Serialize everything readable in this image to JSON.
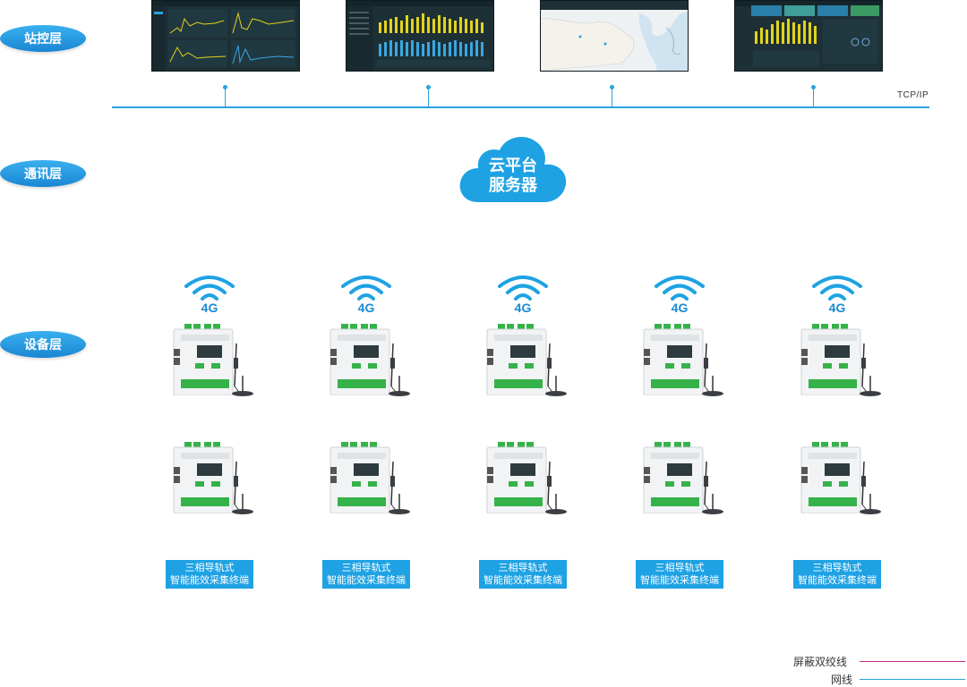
{
  "layers": {
    "station": "站控层",
    "comm": "通讯层",
    "device": "设备层"
  },
  "network": {
    "protocol": "TCP/IP"
  },
  "cloud": {
    "line1": "云平台",
    "line2": "服务器"
  },
  "devices": [
    {
      "signal": "4G",
      "name_line1": "三相导轨式",
      "name_line2": "智能能效采集终端"
    },
    {
      "signal": "4G",
      "name_line1": "三相导轨式",
      "name_line2": "智能能效采集终端"
    },
    {
      "signal": "4G",
      "name_line1": "三相导轨式",
      "name_line2": "智能能效采集终端"
    },
    {
      "signal": "4G",
      "name_line1": "三相导轨式",
      "name_line2": "智能能效采集终端"
    },
    {
      "signal": "4G",
      "name_line1": "三相导轨式",
      "name_line2": "智能能效采集终端"
    }
  ],
  "legend": {
    "shielded": "屏蔽双绞线",
    "shielded_color": "#c2288a",
    "network": "网线",
    "network_color": "#2aa3dc"
  },
  "colors": {
    "accent": "#1ea2e4",
    "screen_bg": "#1d3036",
    "bar_yellow": "#e3d21c",
    "bar_blue": "#3aa6e0"
  }
}
